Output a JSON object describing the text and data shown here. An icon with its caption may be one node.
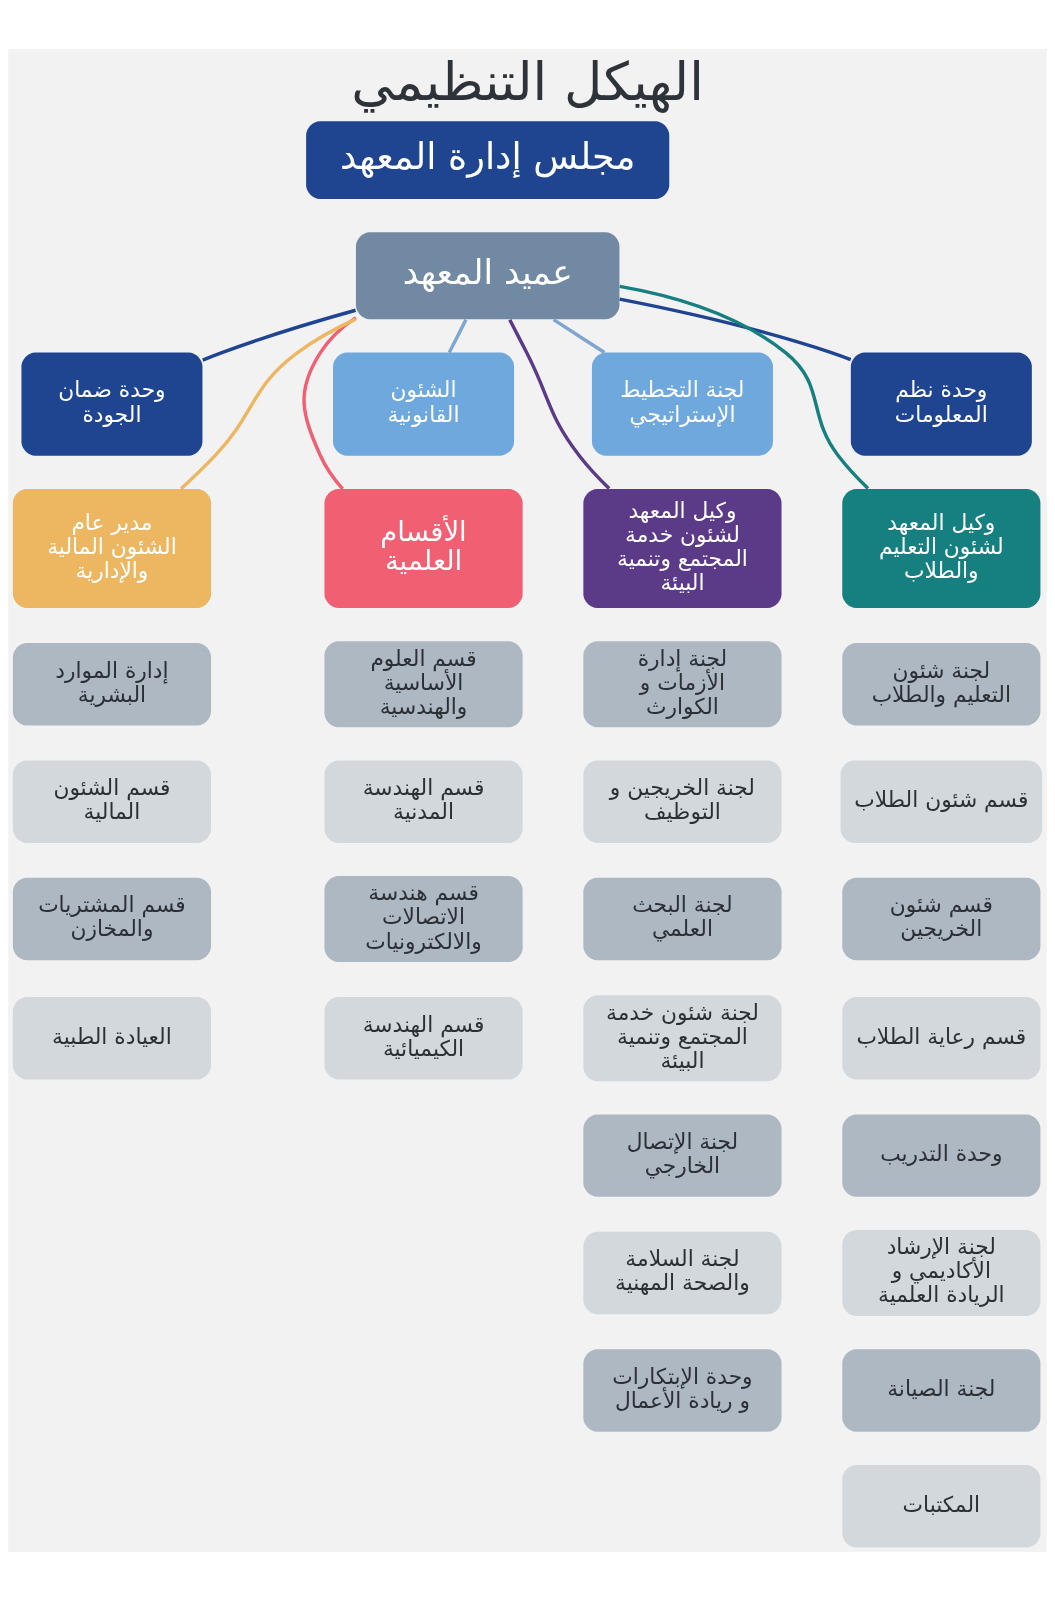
{
  "diagram": {
    "title": "الهيكل التنظيمي",
    "nodes": [
      {
        "text": [
          "مجلس إدارة المعهد"
        ]
      },
      {
        "text": [
          "عميد المعهد"
        ]
      },
      {
        "text": [
          "وحدة نظم المعلومات"
        ]
      },
      {
        "text": [
          "لجنة التخطيط الإستراتيجي"
        ]
      },
      {
        "text": [
          "الشئون القانونية"
        ]
      },
      {
        "text": [
          "وحدة ضمان الجودة"
        ]
      },
      {
        "text": [
          "وكيل المعهد لشئون التعليم والطلاب"
        ]
      },
      {
        "text": [
          "لجنة شئون التعليم والطلاب"
        ]
      },
      {
        "text": [
          "قسم شئون الطلاب"
        ]
      },
      {
        "text": [
          "قسم شئون الخريجين"
        ]
      },
      {
        "text": [
          "قسم رعاية الطلاب"
        ]
      },
      {
        "text": [
          "وحدة التدريب"
        ]
      },
      {
        "text": [
          "لجنة الإرشاد الأكاديمي و الريادة العلمية"
        ]
      },
      {
        "text": [
          "لجنة الصيانة"
        ]
      },
      {
        "text": [
          "المكتبات"
        ]
      },
      {
        "text": [
          "وكيل المعهد لشئون خدمة المجتمع وتنمية البيئة"
        ]
      },
      {
        "text": [
          "لجنة إدارة الأزمات و الكوارث"
        ]
      },
      {
        "text": [
          "لجنة الخريجين و التوظيف"
        ]
      },
      {
        "text": [
          "لجنة البحث العلمي"
        ]
      },
      {
        "text": [
          "لجنة شئون خدمة المجتمع وتنمية البيئة"
        ]
      },
      {
        "text": [
          "لجنة الإتصال الخارجي"
        ]
      },
      {
        "text": [
          "لجنة السلامة والصحة المهنية"
        ]
      },
      {
        "text": [
          "وحدة الإبتكارات و ريادة الأعمال"
        ]
      },
      {
        "text": [
          "الأقسام العلمية"
        ]
      },
      {
        "text": [
          "قسم العلوم الأساسية والهندسية"
        ]
      },
      {
        "text": [
          "قسم الهندسة المدنية"
        ]
      },
      {
        "text": [
          "قسم هندسة الاتصالات والالكترونيات"
        ]
      },
      {
        "text": [
          "قسم الهندسة الكيميائية"
        ]
      },
      {
        "text": [
          "مدير عام الشئون المالية والإدارية"
        ]
      },
      {
        "text": [
          "إدارة الموارد البشرية"
        ]
      },
      {
        "text": [
          "قسم الشئون المالية"
        ]
      },
      {
        "text": [
          "قسم المشتريات والمخازن"
        ]
      },
      {
        "text": [
          "العيادة الطبية"
        ]
      }
    ],
    "edges": [
      {
        "from": 1,
        "to": 2,
        "arrow": "none",
        "color": "#1f4591"
      },
      {
        "from": 1,
        "to": 3,
        "arrow": "none",
        "color": "#7fa6d0"
      },
      {
        "from": 1,
        "to": 4,
        "arrow": "none",
        "color": "#7fa6d0"
      },
      {
        "from": 1,
        "to": 5,
        "arrow": "none",
        "color": "#1f4591"
      },
      {
        "from": 1,
        "to": 6,
        "arrow": "none",
        "color": "#167f80"
      },
      {
        "from": 1,
        "to": 15,
        "arrow": "none",
        "color": "#5b3a87"
      },
      {
        "from": 1,
        "to": 23,
        "arrow": "none",
        "color": "#f05f72"
      },
      {
        "from": 1,
        "to": 28,
        "arrow": "none",
        "color": "#edb660"
      }
    ]
  }
}
